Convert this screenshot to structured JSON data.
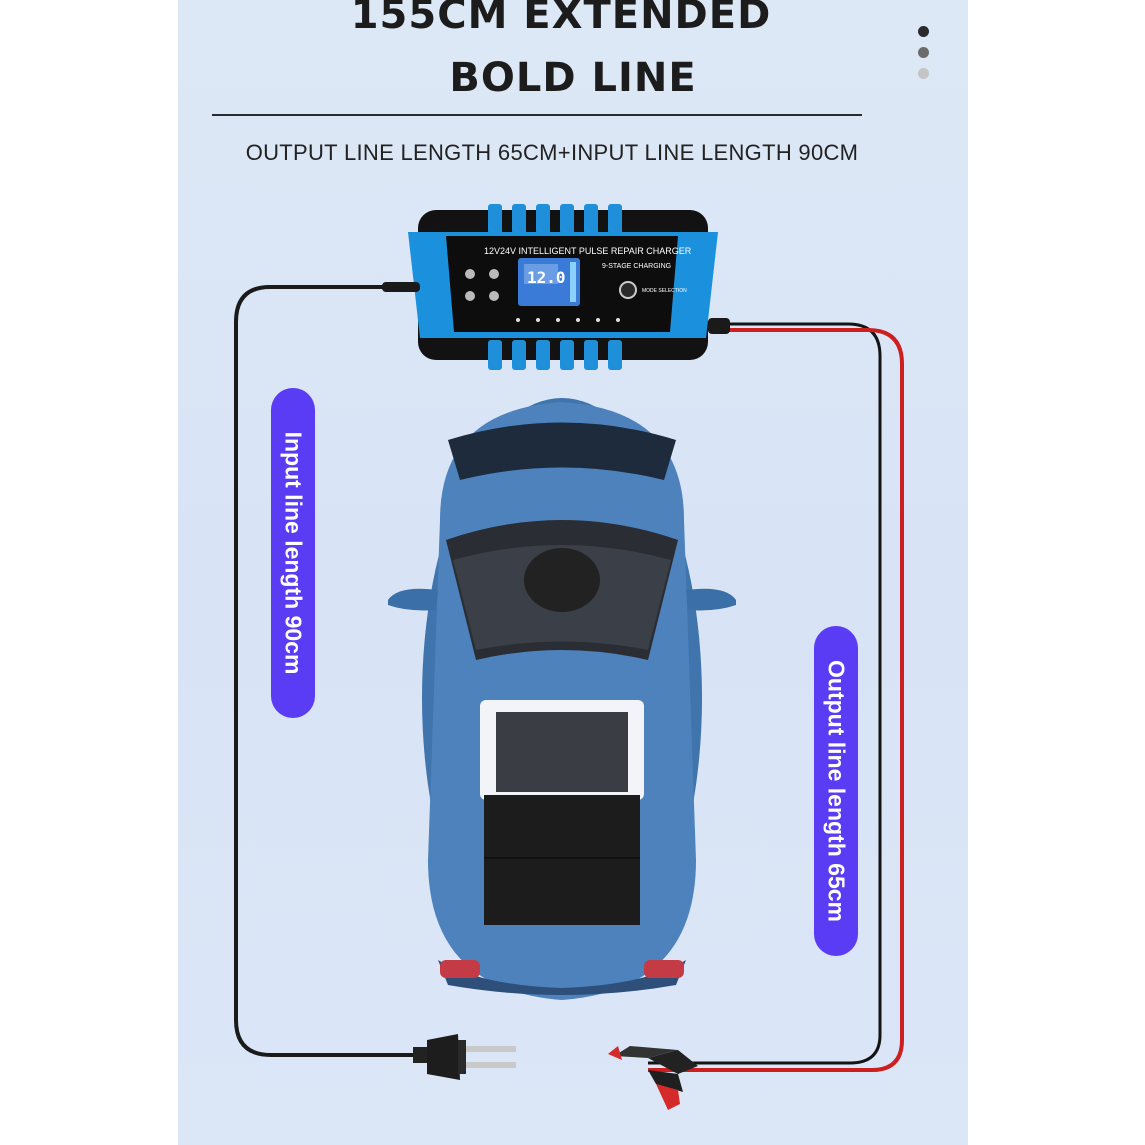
{
  "headline": {
    "line1": "155CM  EXTENDED",
    "line2": "BOLD LINE"
  },
  "subtitle": "OUTPUT LINE LENGTH 65CM+INPUT LINE LENGTH 90CM",
  "labels": {
    "input": "Input line length 90cm",
    "output": "Output line length 65cm"
  },
  "charger": {
    "model_text": "12V24V INTELLIGENT PULSE REPAIR CHARGER",
    "stage_text": "9-STAGE CHARGING",
    "display_value": "12.0",
    "mode_text": "MODE SELECTION"
  },
  "pagination": {
    "count": 3,
    "active": 0
  },
  "colors": {
    "background": "#d9e5f6",
    "pill": "#5a3cf5",
    "charger_blue": "#1e8fd8",
    "output_cable": "#cc1f1f",
    "input_cable": "#1a1a1a",
    "car_body": "#4d82bd"
  },
  "icons": [
    "power-plug-icon",
    "alligator-clamp-icon",
    "pagination-dots"
  ]
}
